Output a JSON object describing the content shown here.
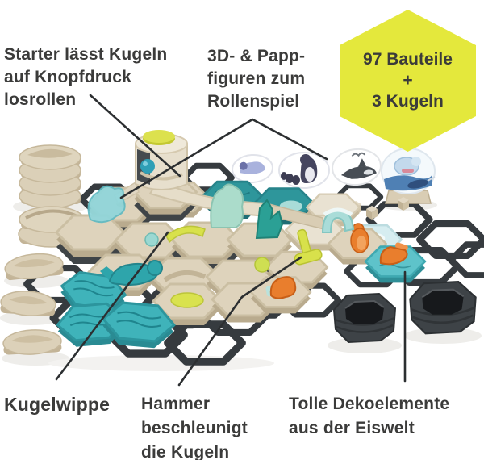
{
  "callouts": {
    "starter": {
      "text": "Starter lässt Kugeln\nauf Knopfdruck\nlosrollen"
    },
    "papp_figures": {
      "text": "3D- & Papp-\nfiguren zum\nRollenspiel"
    },
    "kugelwippe": {
      "text": "Kugelwippe"
    },
    "hammer": {
      "text": "Hammer\nbeschleunigt\ndie Kugeln"
    },
    "deko": {
      "text": "Tolle Dekoelemente\naus der Eiswelt"
    }
  },
  "badge": {
    "text": "97 Bauteile\n+\n3 Kugeln",
    "shape": "hexagon",
    "bg_color": "#e4e83c",
    "text_color": "#3b3b3a"
  },
  "scene": {
    "icons": [
      "starter-tower-icon",
      "marble-icon",
      "seal-figure-icon",
      "iceberg-figure-icon",
      "ice-crystal-icon",
      "hammer-tool-icon",
      "orange-figure-icon",
      "penguin-standee-icon",
      "orca-standee-icon",
      "polar-scene-standee-icon",
      "whale-standee-icon",
      "hex-base-plate-icon",
      "height-ring-icon",
      "curve-tile-icon",
      "deco-tile-icon",
      "spiral-stack-icon"
    ],
    "colors": {
      "label_text": "#3b3b3a",
      "leader_line": "#2c2f31",
      "tile_beige": "#ded3bc",
      "tile_side": "#b9ab8e",
      "base_plate_dark": "#363b3f",
      "deco_teal": "#3fb3ba",
      "deco_teal_dark": "#2e969b",
      "mint": "#a9dcd8",
      "orange": "#e97e2d",
      "lime_green": "#d8e14b",
      "marble_teal": "#2f9fb6",
      "standee_lavender": "#a9b2dd",
      "standee_navy": "#45455f",
      "standee_blue": "#4f80b4"
    }
  }
}
